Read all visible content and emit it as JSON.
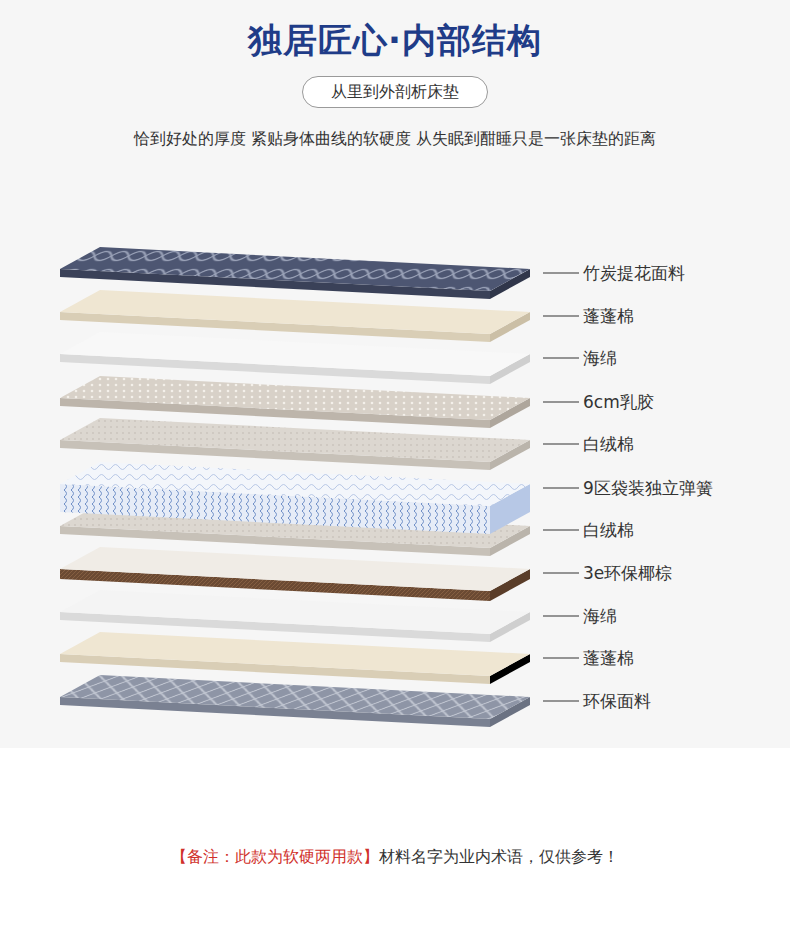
{
  "diagram": {
    "title": "独居匠心·内部结构",
    "nodes": [
      {
        "text": [
          "从里到外剖析床垫"
        ]
      }
    ],
    "labels": [
      "恰到好处的厚度 紧贴身体曲线的软硬度 从失眠到酣睡只是一张床垫的距离",
      "竹炭提花面料",
      "蓬蓬棉",
      "海绵",
      "6cm乳胶",
      "白绒棉",
      "9区袋装独立弹簧",
      "白绒棉",
      "3e环保椰棕",
      "海绵",
      "蓬蓬棉",
      "环保面料",
      "【备注：此款为软硬两用款】",
      "材料名字为业内术语，仅供参考！"
    ]
  }
}
